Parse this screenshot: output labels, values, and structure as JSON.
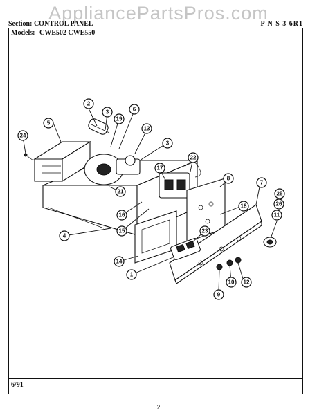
{
  "watermark": "AppliancePartsPros.com",
  "header": {
    "section_text": "Section: CONTROL PANEL",
    "page_ref": "P N S 3 6R1"
  },
  "models": {
    "label": "Models:",
    "value": "CWE502  CWE550"
  },
  "footer": {
    "date": "6/91",
    "page_number": "2"
  },
  "callouts": [
    "1",
    "2",
    "3",
    "3",
    "4",
    "5",
    "6",
    "7",
    "8",
    "9",
    "10",
    "11",
    "12",
    "13",
    "14",
    "15",
    "16",
    "17",
    "18",
    "19",
    "21",
    "22",
    "23",
    "24",
    "25",
    "26"
  ]
}
